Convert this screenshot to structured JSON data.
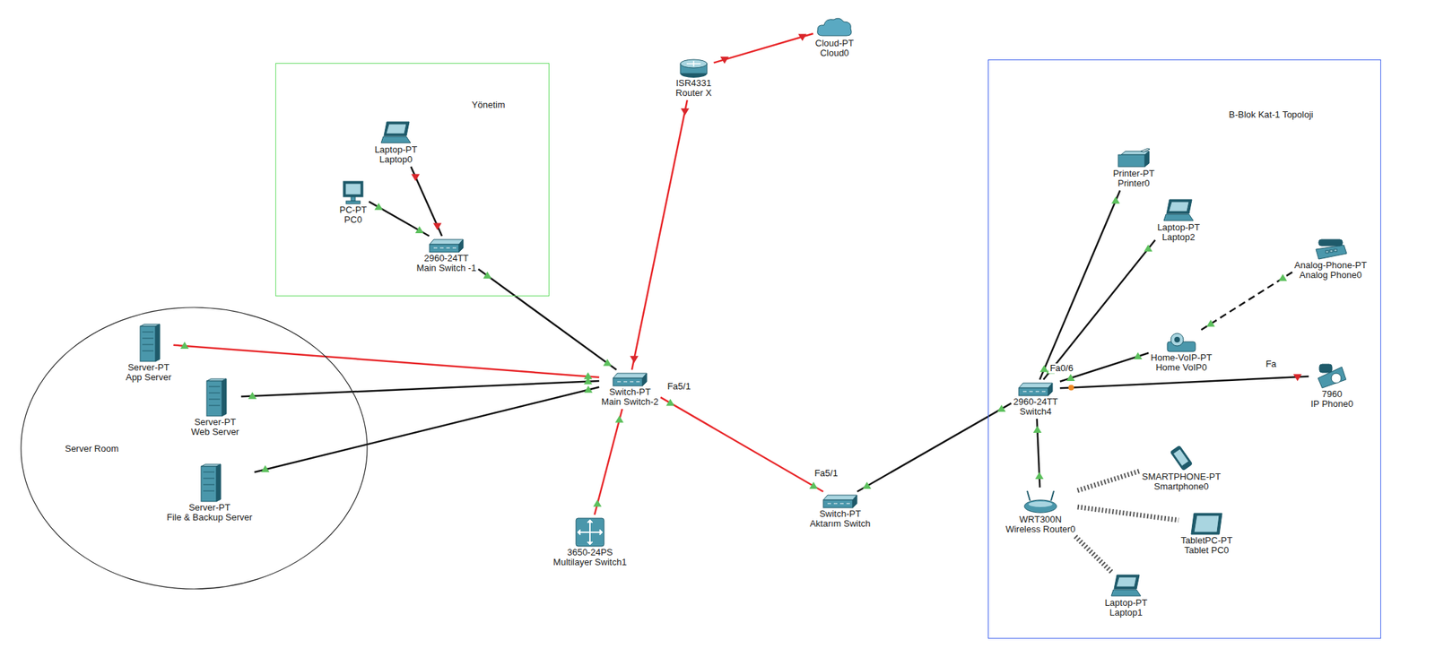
{
  "diagram": {
    "nodes": [
      {
        "text": [
          "ISR4331",
          "Router X"
        ]
      },
      {
        "text": [
          "Cloud-PT",
          "Cloud0"
        ]
      },
      {
        "text": [
          "Yönetim"
        ]
      },
      {
        "text": [
          "Laptop-PT",
          "Laptop0"
        ],
        "in": 2
      },
      {
        "text": [
          "PC-PT",
          "PC0"
        ],
        "in": 2
      },
      {
        "text": [
          "2960-24TT",
          "Main Switch -1"
        ],
        "in": 2
      },
      {
        "text": [
          "Server Room"
        ]
      },
      {
        "text": [
          "Server-PT",
          "App Server"
        ],
        "in": 6
      },
      {
        "text": [
          "Server-PT",
          "Web Server"
        ],
        "in": 6
      },
      {
        "text": [
          "Server-PT",
          "File & Backup Server"
        ],
        "in": 6
      },
      {
        "text": [
          "Switch-PT",
          "Main Switch-2"
        ]
      },
      {
        "text": [
          "3650-24PS",
          "Multilayer Switch1"
        ]
      },
      {
        "text": [
          "Switch-PT",
          "Aktarım Switch"
        ]
      },
      {
        "text": [
          "B-Blok Kat-1 Topoloji"
        ]
      },
      {
        "text": [
          "Printer-PT",
          "Printer0"
        ],
        "in": 13
      },
      {
        "text": [
          "Laptop-PT",
          "Laptop2"
        ],
        "in": 13
      },
      {
        "text": [
          "Analog-Phone-PT",
          "Analog Phone0"
        ],
        "in": 13
      },
      {
        "text": [
          "Home-VoIP-PT",
          "Home VoIP0"
        ],
        "in": 13
      },
      {
        "text": [
          "7960",
          "IP Phone0"
        ],
        "in": 13
      },
      {
        "text": [
          "2960-24TT",
          "Switch4"
        ],
        "in": 13
      },
      {
        "text": [
          "WRT300N",
          "Wireless Router0"
        ],
        "in": 13
      },
      {
        "text": [
          "SMARTPHONE-PT",
          "Smartphone0"
        ],
        "in": 13
      },
      {
        "text": [
          "TabletPC-PT",
          "Tablet PC0"
        ],
        "in": 13
      },
      {
        "text": [
          "Laptop-PT",
          "Laptop1"
        ],
        "in": 13
      }
    ],
    "edges": [
      {
        "from": 0,
        "to": 1,
        "arrow": "none"
      },
      {
        "from": 0,
        "to": 10,
        "arrow": "none"
      },
      {
        "from": 3,
        "to": 5,
        "arrow": "none"
      },
      {
        "from": 4,
        "to": 5,
        "arrow": "none"
      },
      {
        "from": 5,
        "to": 10,
        "arrow": "none"
      },
      {
        "from": 7,
        "to": 10,
        "arrow": "none"
      },
      {
        "from": 8,
        "to": 10,
        "arrow": "none"
      },
      {
        "from": 9,
        "to": 10,
        "arrow": "none"
      },
      {
        "from": 11,
        "to": 10,
        "arrow": "none"
      },
      {
        "from": 10,
        "to": 12,
        "arrow": "none"
      },
      {
        "from": 12,
        "to": 19,
        "arrow": "none"
      },
      {
        "from": 14,
        "to": 19,
        "arrow": "none"
      },
      {
        "from": 15,
        "to": 19,
        "arrow": "none"
      },
      {
        "from": 17,
        "to": 19,
        "arrow": "none"
      },
      {
        "from": 17,
        "to": 16,
        "arrow": "none"
      },
      {
        "from": 19,
        "to": 18,
        "arrow": "none"
      },
      {
        "from": 20,
        "to": 19,
        "arrow": "none"
      },
      {
        "from": 20,
        "to": 21,
        "arrow": "none"
      },
      {
        "from": 20,
        "to": 22,
        "arrow": "none"
      },
      {
        "from": 20,
        "to": 23,
        "arrow": "none"
      }
    ],
    "labels": [
      "Fa5/1",
      "Fa5/1",
      "Fa0/6",
      "Fa"
    ]
  }
}
